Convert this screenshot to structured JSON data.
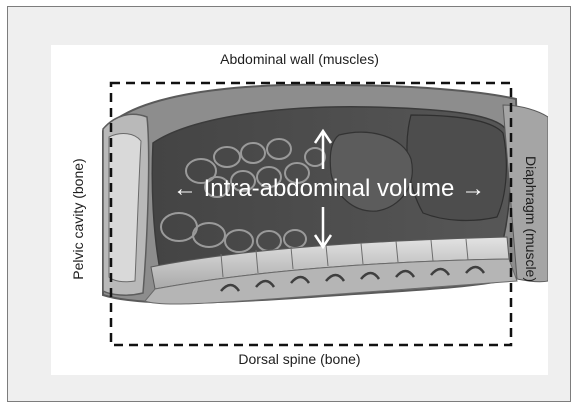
{
  "figure": {
    "center_label": "Intra-abdominal volume",
    "top_label": "Abdominal wall (muscles)",
    "bottom_label": "Dorsal spine (bone)",
    "left_label": "Pelvic cavity (bone)",
    "right_label": "Diaphragm (muscle)"
  },
  "colors": {
    "frame_bg": "#efefef",
    "frame_border": "#7d7d7d",
    "tissue_dark": "#4a4a4a",
    "tissue_mid": "#7a7a7a",
    "tissue_light": "#c7c7c7",
    "dashed_box": "#111111",
    "overlay_text": "#ffffff"
  }
}
